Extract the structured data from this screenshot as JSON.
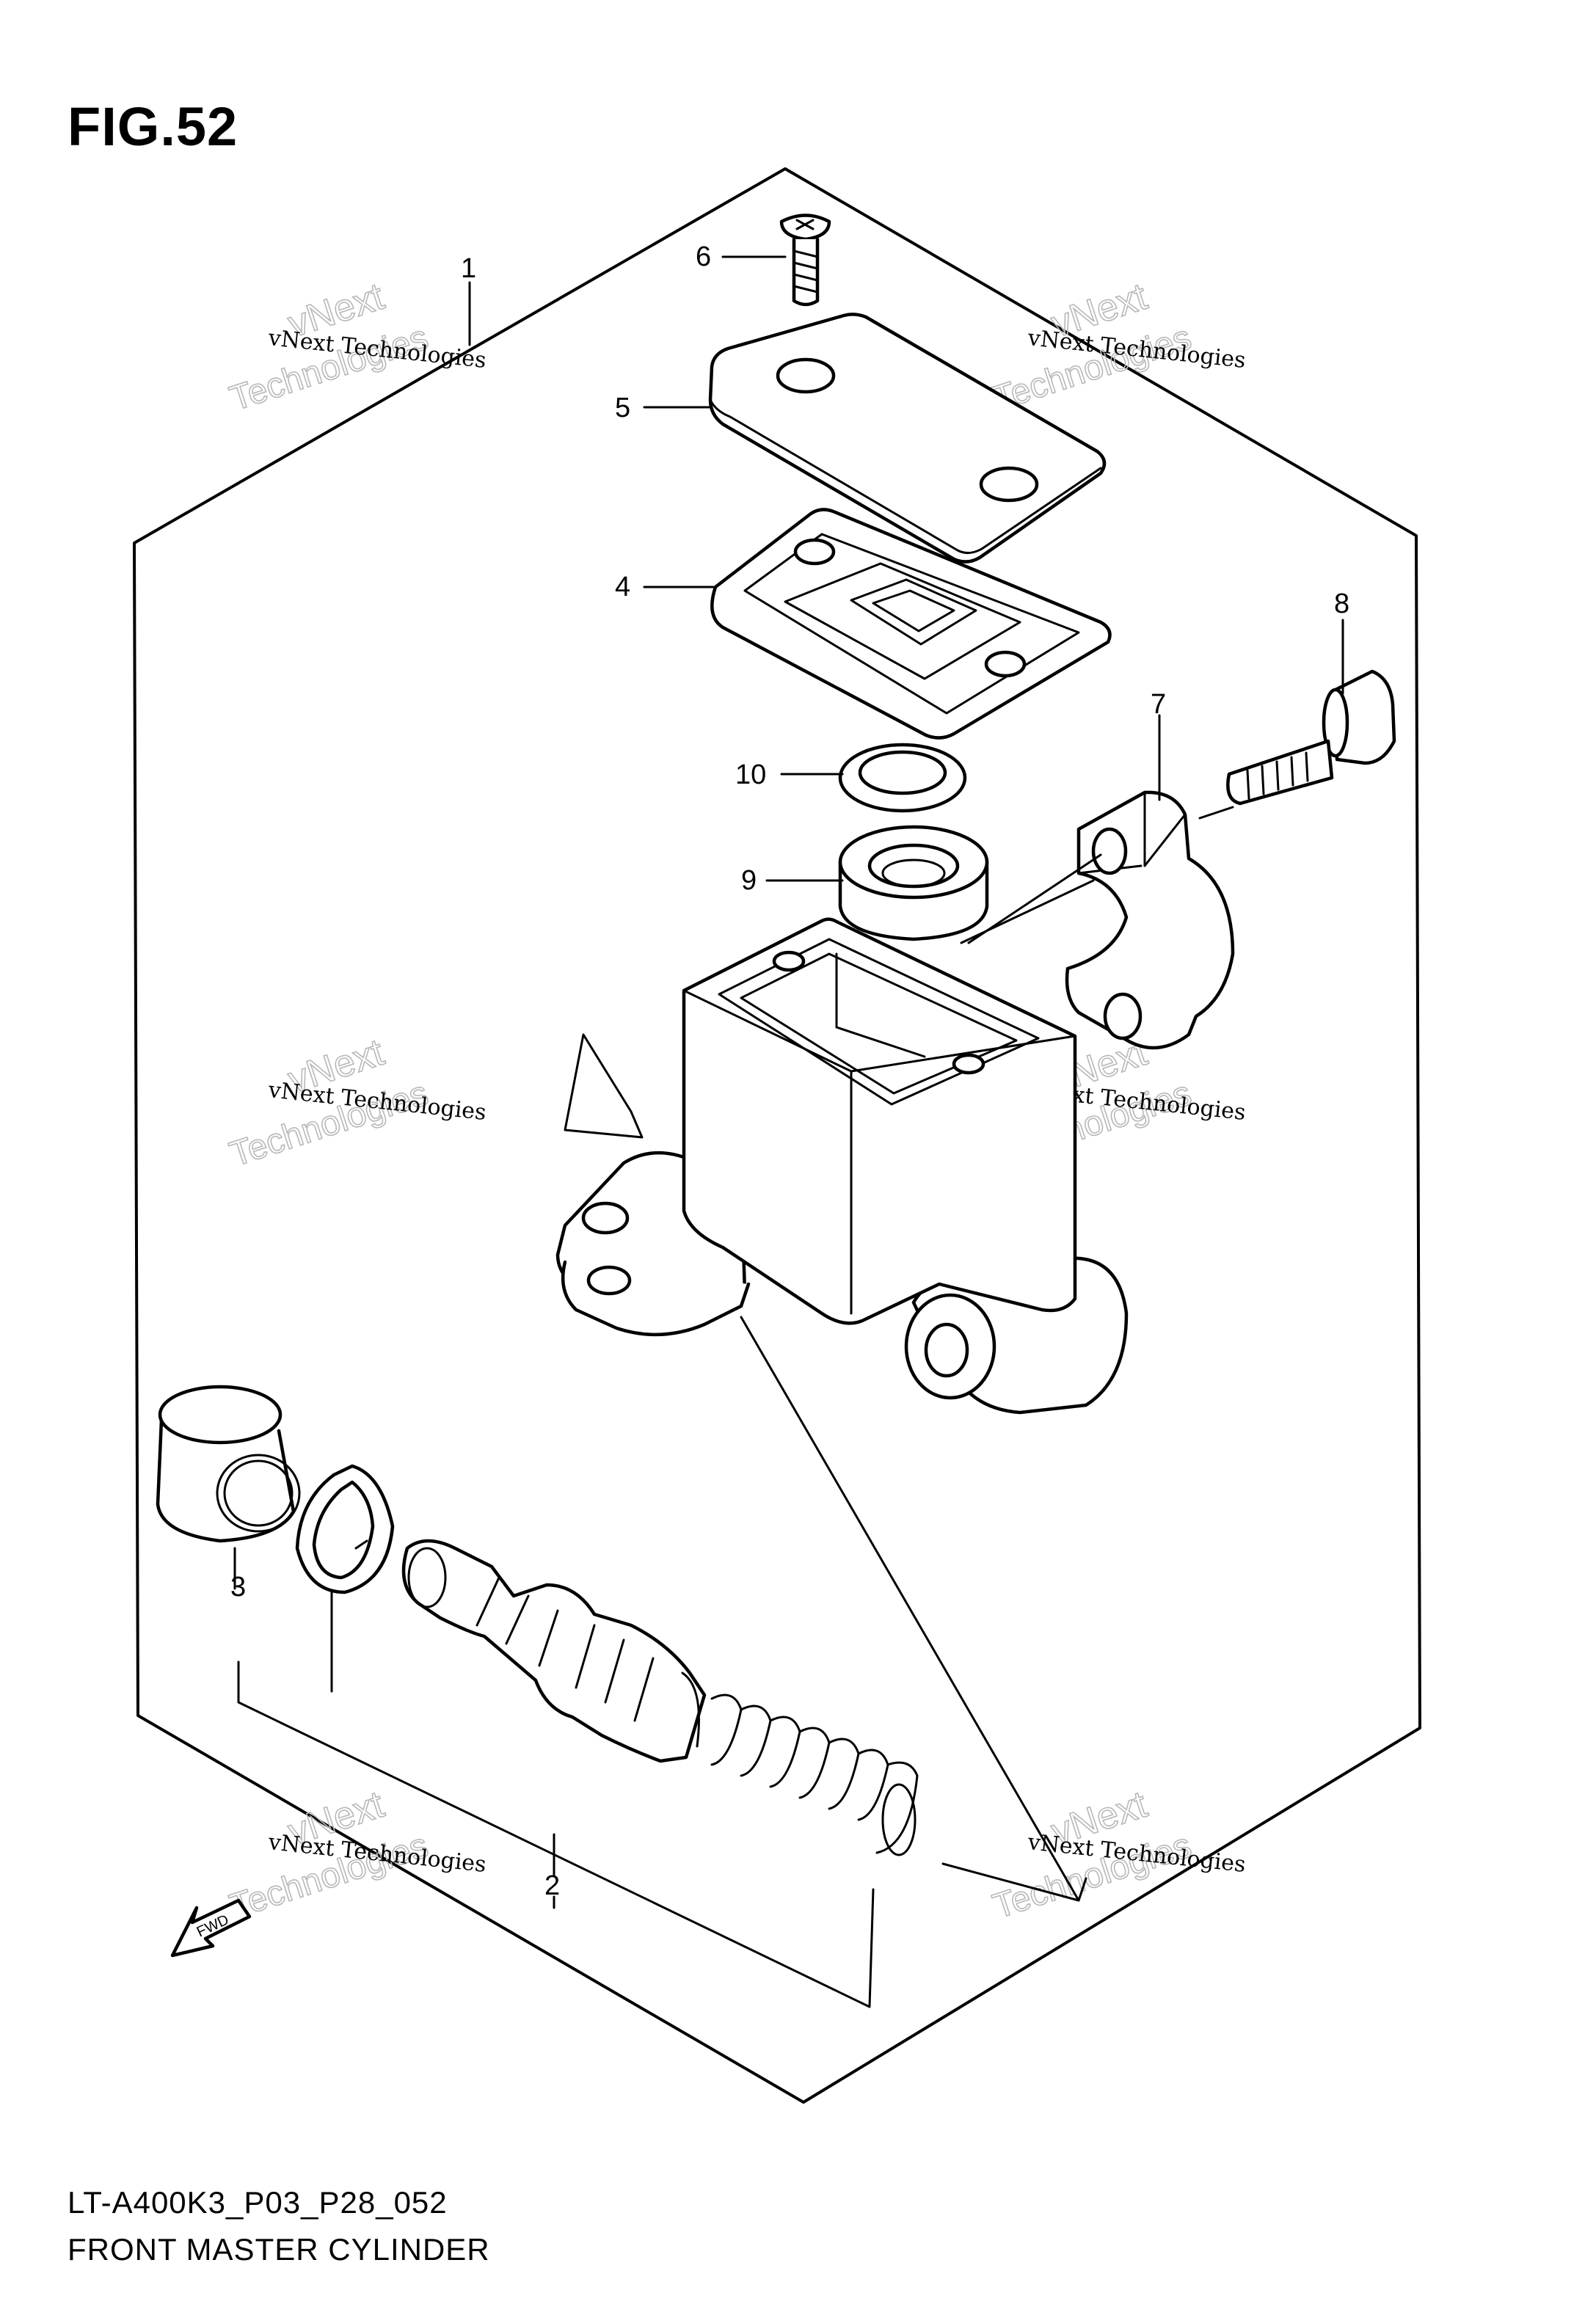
{
  "figure": {
    "title": "FIG.52",
    "model_code": "LT-A400K3_P03_P28_052",
    "name": "FRONT MASTER CYLINDER"
  },
  "callouts": [
    "1",
    "2",
    "3",
    "4",
    "5",
    "6",
    "7",
    "8",
    "9",
    "10"
  ],
  "watermark": {
    "line1": "vNext Technologies",
    "line2": "vNext",
    "line3": "Technologies"
  },
  "fwd_label": "FWD"
}
